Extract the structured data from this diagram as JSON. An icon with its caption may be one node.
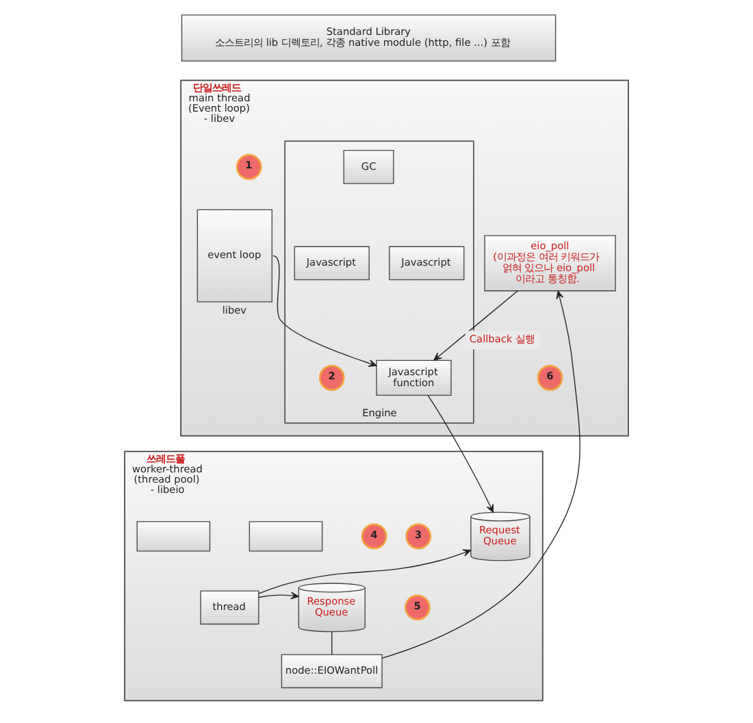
{
  "diagram": {
    "nodes": [
      {
        "text": [
          "Standard Library",
          "소스트리의 lib 디렉토리, 각종 native module (http, file ...) 포함"
        ]
      },
      {
        "text": [
          "단일쓰레드",
          "main thread (Event loop) - libev"
        ]
      },
      {
        "text": [
          "1"
        ],
        "in": 1
      },
      {
        "text": [
          "event loop"
        ],
        "in": 1,
        "beside": [
          "libev"
        ]
      },
      {
        "text": [
          "Engine"
        ],
        "in": 1
      },
      {
        "text": [
          "GC"
        ],
        "in": 4
      },
      {
        "text": [
          "Javascript"
        ],
        "in": 4
      },
      {
        "text": [
          "Javascript"
        ],
        "in": 4
      },
      {
        "text": [
          "Javascript function"
        ],
        "in": 4
      },
      {
        "text": [
          "2"
        ],
        "in": 4
      },
      {
        "text": [
          "eio_poll",
          "(이과정은 여러 키워드가 얽혀 있으나 eio_poll 이라고 통칭함."
        ],
        "in": 1
      },
      {
        "text": [
          "6"
        ],
        "in": 1
      },
      {
        "text": [
          "쓰레드풀",
          "worker-thread (thread pool) - libeio"
        ]
      },
      {
        "text": [
          "3"
        ],
        "in": 12
      },
      {
        "text": [
          "Request Queue"
        ],
        "in": 12
      },
      {
        "text": [],
        "shape": "box",
        "in": 12
      },
      {
        "text": [],
        "shape": "box",
        "in": 12
      },
      {
        "text": [
          "thread"
        ],
        "in": 12
      },
      {
        "text": [
          "4"
        ],
        "in": 12
      },
      {
        "text": [
          "Response Queue"
        ],
        "in": 12
      },
      {
        "text": [
          "5"
        ],
        "in": 12
      },
      {
        "text": [
          "node::EIOWantPoll"
        ],
        "in": 12
      }
    ],
    "edges": [
      {
        "from": 3,
        "to": 8,
        "arrow": "to"
      },
      {
        "from": 8,
        "to": 14,
        "arrow": "to"
      },
      {
        "from": 17,
        "to": 14,
        "arrow": "to"
      },
      {
        "from": 17,
        "to": 19,
        "arrow": "to"
      },
      {
        "from": 19,
        "to": 21,
        "arrow": "none"
      },
      {
        "from": 21,
        "to": 10,
        "arrow": "to"
      },
      {
        "from": 10,
        "to": 8,
        "arrow": "to",
        "label": "Callback 실행"
      }
    ]
  }
}
